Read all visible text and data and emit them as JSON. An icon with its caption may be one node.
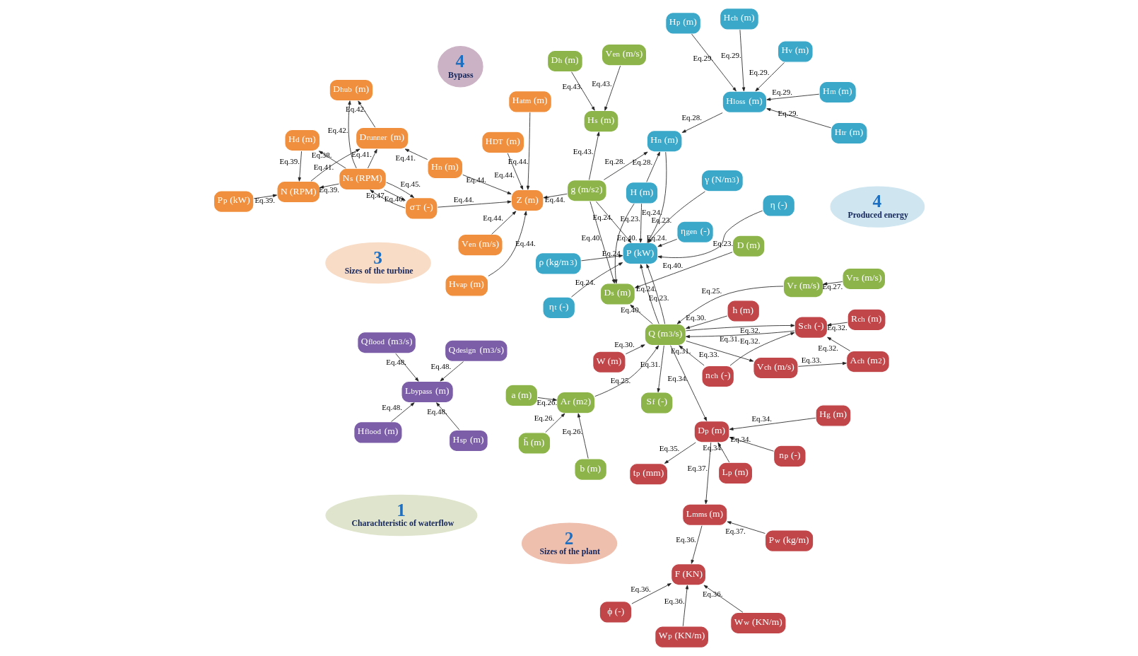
{
  "diagram": {
    "nodes": [
      {
        "text": [
          "3",
          "Sizes of the turbine"
        ]
      },
      {
        "text": [
          "D$_{hub}$ (m)"
        ]
      },
      {
        "text": [
          "σ$_{T}$ (-)"
        ]
      },
      {
        "text": [
          "N$_{s}$ (RPM)"
        ]
      },
      {
        "text": [
          "D$_{runner}$ (m)"
        ]
      },
      {
        "text": [
          "H$_{n}$ (m)"
        ]
      },
      {
        "text": [
          "H$_{d}$ (m)"
        ]
      },
      {
        "text": [
          "N (RPM)"
        ]
      },
      {
        "text": [
          "P$_{p}$ (kW)"
        ]
      },
      {
        "text": [
          "2",
          "Sizes of the plant"
        ]
      },
      {
        "text": [
          "L$_{p}$ (m)"
        ]
      },
      {
        "text": [
          "n$_{p}$ (-)"
        ]
      },
      {
        "text": [
          "W$_{w}$ (KN/m)"
        ]
      },
      {
        "text": [
          "t$_{p}$ (mm)"
        ]
      },
      {
        "text": [
          "D$_{p}$ (m)"
        ]
      },
      {
        "text": [
          "ϕ (-)"
        ]
      },
      {
        "text": [
          "F (KN)"
        ]
      },
      {
        "text": [
          "L$_{mms}$ (m)"
        ]
      },
      {
        "text": [
          "H$_{g}$ (m)"
        ]
      },
      {
        "text": [
          "W$_{p}$ (KN/m)"
        ]
      },
      {
        "text": [
          "P$_{w}$ (kg/m)"
        ]
      },
      {
        "text": [
          "V$_{ch}$ (m/s)"
        ]
      },
      {
        "text": [
          "n$_{ch}$ (-)"
        ]
      },
      {
        "text": [
          "A$_{ch}$ (m$^{2}$)"
        ]
      },
      {
        "text": [
          "S$_{ch}$ (-)"
        ]
      },
      {
        "text": [
          "h (m)"
        ]
      },
      {
        "text": [
          "W (m)"
        ]
      },
      {
        "text": [
          "R$_{ch}$ (m)"
        ]
      },
      {
        "text": [
          "1",
          "Charachteristic of waterflow"
        ]
      },
      {
        "text": [
          "D (m)"
        ]
      },
      {
        "text": [
          "D$_{s}$ (m)"
        ]
      },
      {
        "text": [
          "V$_{rs}$ (m/s)"
        ]
      },
      {
        "text": [
          "V$_{r}$ (m/s)"
        ]
      },
      {
        "text": [
          "a (m)"
        ]
      },
      {
        "text": [
          "b (m)"
        ]
      },
      {
        "text": [
          "h̄ (m)"
        ]
      },
      {
        "text": [
          "A$_{r}$ (m$^{2}$)"
        ]
      },
      {
        "text": [
          "S$_{f}$ (-)"
        ]
      },
      {
        "text": [
          "Q (m$^{3}$/s)"
        ]
      },
      {
        "text": [
          "g (m/s$^{2}$)"
        ]
      },
      {
        "text": [
          "H$_{s}$ (m)"
        ]
      },
      {
        "text": [
          "V$_{en}$ (m/s)"
        ]
      },
      {
        "text": [
          "D$_{h}$ (m)"
        ]
      },
      {
        "text": [
          "4",
          "Produced energy"
        ]
      },
      {
        "text": [
          "γ (N/m$^{3}$)"
        ]
      },
      {
        "text": [
          "ρ (kg/m$^{3}$)"
        ]
      },
      {
        "text": [
          "P (kW)"
        ]
      },
      {
        "text": [
          "H (m)"
        ]
      },
      {
        "text": [
          "η (-)"
        ]
      },
      {
        "text": [
          "η$_{t}$ (-)"
        ]
      },
      {
        "text": [
          "η$_{gen}$ (-)"
        ]
      },
      {
        "text": [
          "H$_{n}$ (m)"
        ]
      },
      {
        "text": [
          "H$_{tr}$ (m)"
        ]
      },
      {
        "text": [
          "H$_{loss}$ (m)"
        ]
      },
      {
        "text": [
          "H$_{p}$ (m)"
        ]
      },
      {
        "text": [
          "H$_{m}$ (m)"
        ]
      },
      {
        "text": [
          "H$_{v}$ (m)"
        ]
      },
      {
        "text": [
          "H$_{ch}$ (m)"
        ]
      },
      {
        "text": [
          "4",
          "Bypass"
        ]
      },
      {
        "text": [
          "H$_{flood}$ (m)"
        ]
      },
      {
        "text": [
          "H$_{sp}$ (m)"
        ]
      },
      {
        "text": [
          "L$_{bypass}$ (m)"
        ]
      },
      {
        "text": [
          "Q$_{flood}$ (m$^{3}$/s)"
        ]
      },
      {
        "text": [
          "Q$_{design}$ (m$^{3}$/s)"
        ]
      },
      {
        "text": [
          "H$_{atm}$ (m)"
        ]
      },
      {
        "text": [
          "H$_{vap}$ (m)"
        ]
      },
      {
        "text": [
          "Z (m)"
        ]
      },
      {
        "text": [
          "H$_{DT}$ (m)"
        ]
      },
      {
        "text": [
          "V$_{en}$ (m/s)"
        ]
      }
    ],
    "edges": [
      {
        "from": 3,
        "to": 1,
        "arrow": "to",
        "label": "Eq.42."
      },
      {
        "from": 4,
        "to": 1,
        "arrow": "to",
        "label": "Eq.42."
      },
      {
        "from": 3,
        "to": 2,
        "arrow": "to",
        "label": "Eq.45."
      },
      {
        "from": 3,
        "to": 2,
        "arrow": "to",
        "label": "Eq.46."
      },
      {
        "from": 2,
        "to": 3,
        "arrow": "to",
        "label": "Eq.47."
      },
      {
        "from": 3,
        "to": 4,
        "arrow": "to",
        "label": "Eq.41."
      },
      {
        "from": 5,
        "to": 4,
        "arrow": "to",
        "label": "Eq.41."
      },
      {
        "from": 7,
        "to": 4,
        "arrow": "to",
        "label": "Eq.41."
      },
      {
        "from": 3,
        "to": 7,
        "arrow": "to",
        "label": "Eq.39."
      },
      {
        "from": 3,
        "to": 6,
        "arrow": "to",
        "label": "Eq.38."
      },
      {
        "from": 6,
        "to": 7,
        "arrow": "to",
        "label": "Eq.39."
      },
      {
        "from": 8,
        "to": 7,
        "arrow": "to",
        "label": "Eq.39."
      },
      {
        "from": 5,
        "to": 66,
        "arrow": "to",
        "label": "Eq.44."
      },
      {
        "from": 2,
        "to": 66,
        "arrow": "to",
        "label": "Eq.44."
      },
      {
        "from": 64,
        "to": 66,
        "arrow": "to",
        "label": "Eq.44."
      },
      {
        "from": 65,
        "to": 66,
        "arrow": "to",
        "label": "Eq.44."
      },
      {
        "from": 67,
        "to": 66,
        "arrow": "to",
        "label": "Eq.44."
      },
      {
        "from": 68,
        "to": 66,
        "arrow": "to",
        "label": "Eq.44."
      },
      {
        "from": 39,
        "to": 66,
        "arrow": "to",
        "label": "Eq.44."
      },
      {
        "from": 12,
        "to": 16,
        "arrow": "to",
        "label": "Eq.36."
      },
      {
        "from": 15,
        "to": 16,
        "arrow": "to",
        "label": "Eq.36."
      },
      {
        "from": 19,
        "to": 16,
        "arrow": "to",
        "label": "Eq.36."
      },
      {
        "from": 17,
        "to": 16,
        "arrow": "to",
        "label": "Eq.36."
      },
      {
        "from": 14,
        "to": 13,
        "arrow": "to",
        "label": "Eq.35."
      },
      {
        "from": 14,
        "to": 17,
        "arrow": "to",
        "label": "Eq.37."
      },
      {
        "from": 20,
        "to": 17,
        "arrow": "to",
        "label": "Eq.37."
      },
      {
        "from": 10,
        "to": 14,
        "arrow": "to",
        "label": "Eq.34."
      },
      {
        "from": 11,
        "to": 14,
        "arrow": "to",
        "label": "Eq.34."
      },
      {
        "from": 18,
        "to": 14,
        "arrow": "to",
        "label": "Eq.34."
      },
      {
        "from": 38,
        "to": 14,
        "arrow": "to",
        "label": "Eq.34."
      },
      {
        "from": 38,
        "to": 21,
        "arrow": "to",
        "label": "Eq.33."
      },
      {
        "from": 21,
        "to": 23,
        "arrow": "to",
        "label": "Eq.33."
      },
      {
        "from": 23,
        "to": 24,
        "arrow": "to",
        "label": "Eq.32."
      },
      {
        "from": 22,
        "to": 38,
        "arrow": "to",
        "label": "Eq.31."
      },
      {
        "from": 22,
        "to": 24,
        "arrow": "to",
        "label": "Eq.32."
      },
      {
        "from": 38,
        "to": 24,
        "arrow": "to",
        "label": "Eq.32."
      },
      {
        "from": 24,
        "to": 38,
        "arrow": "to",
        "label": "Eq.31."
      },
      {
        "from": 25,
        "to": 38,
        "arrow": "to",
        "label": "Eq.30."
      },
      {
        "from": 26,
        "to": 38,
        "arrow": "to",
        "label": "Eq.30."
      },
      {
        "from": 27,
        "to": 24,
        "arrow": "to",
        "label": "Eq.32."
      },
      {
        "from": 29,
        "to": 30,
        "arrow": "to",
        "label": "Eq.40."
      },
      {
        "from": 38,
        "to": 30,
        "arrow": "to",
        "label": "Eq.40."
      },
      {
        "from": 47,
        "to": 30,
        "arrow": "to",
        "label": "Eq.40."
      },
      {
        "from": 39,
        "to": 30,
        "arrow": "to",
        "label": "Eq.40."
      },
      {
        "from": 31,
        "to": 32,
        "arrow": "to",
        "label": "Eq.27."
      },
      {
        "from": 32,
        "to": 38,
        "arrow": "to",
        "label": "Eq.25."
      },
      {
        "from": 33,
        "to": 36,
        "arrow": "to",
        "label": "Eq.26."
      },
      {
        "from": 34,
        "to": 36,
        "arrow": "to",
        "label": "Eq.26."
      },
      {
        "from": 35,
        "to": 36,
        "arrow": "to",
        "label": "Eq.26."
      },
      {
        "from": 36,
        "to": 38,
        "arrow": "to",
        "label": "Eq.25."
      },
      {
        "from": 38,
        "to": 37,
        "arrow": "to",
        "label": "Eq.31."
      },
      {
        "from": 38,
        "to": 46,
        "arrow": "to",
        "label": "Eq.23."
      },
      {
        "from": 38,
        "to": 46,
        "arrow": "to",
        "label": "Eq.24."
      },
      {
        "from": 39,
        "to": 46,
        "arrow": "to",
        "label": "Eq.24."
      },
      {
        "from": 39,
        "to": 51,
        "arrow": "to",
        "label": "Eq.28."
      },
      {
        "from": 39,
        "to": 40,
        "arrow": "to",
        "label": "Eq.43."
      },
      {
        "from": 41,
        "to": 40,
        "arrow": "to",
        "label": "Eq.43."
      },
      {
        "from": 42,
        "to": 40,
        "arrow": "to",
        "label": "Eq.43."
      },
      {
        "from": 44,
        "to": 46,
        "arrow": "to",
        "label": "Eq.23."
      },
      {
        "from": 45,
        "to": 46,
        "arrow": "to",
        "label": "Eq.24."
      },
      {
        "from": 47,
        "to": 46,
        "arrow": "to",
        "label": "Eq.23."
      },
      {
        "from": 49,
        "to": 46,
        "arrow": "to",
        "label": "Eq.24."
      },
      {
        "from": 50,
        "to": 46,
        "arrow": "to",
        "label": "Eq.24."
      },
      {
        "from": 48,
        "to": 46,
        "arrow": "to",
        "label": "Eq.23."
      },
      {
        "from": 51,
        "to": 46,
        "arrow": "to",
        "label": "Eq.24."
      },
      {
        "from": 47,
        "to": 51,
        "arrow": "to",
        "label": "Eq.28."
      },
      {
        "from": 53,
        "to": 51,
        "arrow": "to",
        "label": "Eq.28."
      },
      {
        "from": 52,
        "to": 53,
        "arrow": "to",
        "label": "Eq.29."
      },
      {
        "from": 55,
        "to": 53,
        "arrow": "to",
        "label": "Eq.29."
      },
      {
        "from": 54,
        "to": 53,
        "arrow": "to",
        "label": "Eq.29."
      },
      {
        "from": 56,
        "to": 53,
        "arrow": "to",
        "label": "Eq.29."
      },
      {
        "from": 57,
        "to": 53,
        "arrow": "to",
        "label": "Eq.29."
      },
      {
        "from": 59,
        "to": 61,
        "arrow": "to",
        "label": "Eq.48."
      },
      {
        "from": 60,
        "to": 61,
        "arrow": "to",
        "label": "Eq.48."
      },
      {
        "from": 62,
        "to": 61,
        "arrow": "to",
        "label": "Eq.48."
      },
      {
        "from": 63,
        "to": 61,
        "arrow": "to",
        "label": "Eq.48."
      }
    ]
  }
}
